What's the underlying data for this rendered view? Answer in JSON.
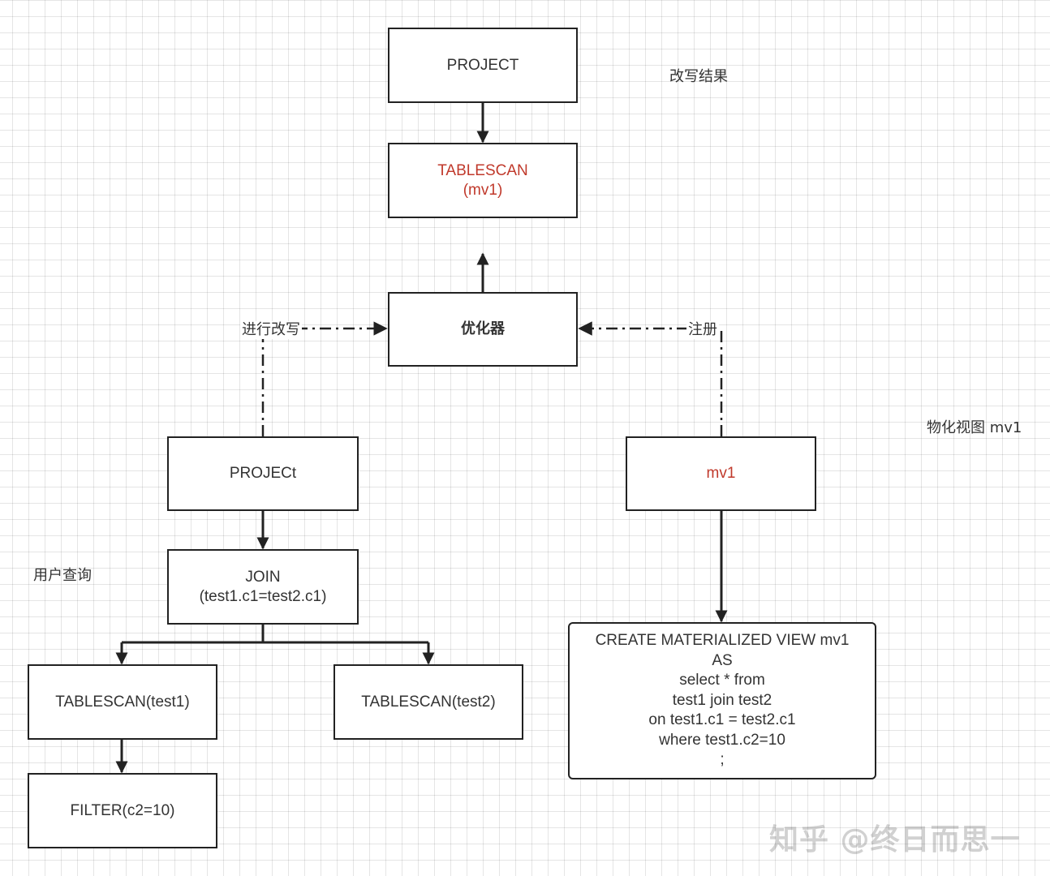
{
  "diagram": {
    "labels": {
      "rewrite_result": "改写结果",
      "materialized_view": "物化视图 mv1",
      "user_query": "用户查询",
      "do_rewrite": "进行改写",
      "register": "注册"
    },
    "nodes": {
      "top_project": "PROJECT",
      "tablescan_mv1": [
        "TABLESCAN",
        "(mv1)"
      ],
      "optimizer": "优化器",
      "query_project": "PROJECt",
      "join": [
        "JOIN",
        "(test1.c1=test2.c1)"
      ],
      "tablescan_test1": "TABLESCAN(test1)",
      "tablescan_test2": "TABLESCAN(test2)",
      "filter": "FILTER(c2=10)",
      "mv1": "mv1",
      "create_mv_sql": [
        "CREATE MATERIALIZED VIEW mv1",
        "AS",
        "select * from",
        "test1 join test2",
        "on test1.c1 = test2.c1",
        "where test1.c2=10",
        ";"
      ]
    },
    "colors": {
      "highlight": "#c0392b",
      "stroke": "#222222",
      "text": "#333333"
    },
    "watermark": "知乎 @终日而思一"
  }
}
